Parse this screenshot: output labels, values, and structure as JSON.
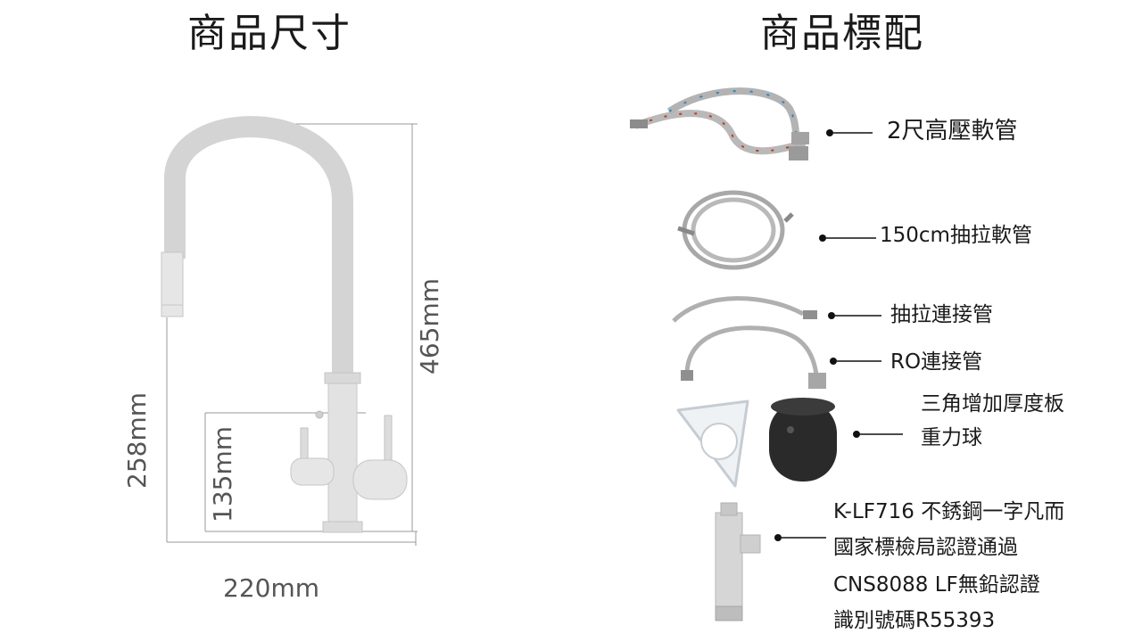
{
  "left": {
    "title": "商品尺寸",
    "dimensions": {
      "height_total": "465mm",
      "height_spout": "258mm",
      "height_body": "135mm",
      "reach": "220mm"
    }
  },
  "right": {
    "title": "商品標配",
    "items": [
      {
        "label": "2尺高壓軟管",
        "icon": "braided-hose-pair-icon"
      },
      {
        "label": "150cm抽拉軟管",
        "icon": "pullout-hose-icon"
      },
      {
        "label": "抽拉連接管",
        "icon": "pull-connector-hose-icon"
      },
      {
        "label": "RO連接管",
        "icon": "ro-connector-hose-icon"
      },
      {
        "label_lines": [
          "三角增加厚度板",
          "重力球"
        ],
        "icon": "triangle-plate-and-weight-ball-icon"
      },
      {
        "label_lines": [
          "K-LF716 不銹鋼一字凡而",
          "國家標檢局認證通過",
          "CNS8088 LF無鉛認證",
          "識別號碼R55393"
        ],
        "icon": "stainless-valve-icon"
      }
    ]
  },
  "colors": {
    "faucet_gray": "#d3d3d3",
    "faucet_steel": "#cfcfcf",
    "dim_line": "#9a9a9a",
    "hose_red": "#c0392b",
    "hose_blue": "#2e86c1",
    "black_ball": "#2a2a2a"
  }
}
